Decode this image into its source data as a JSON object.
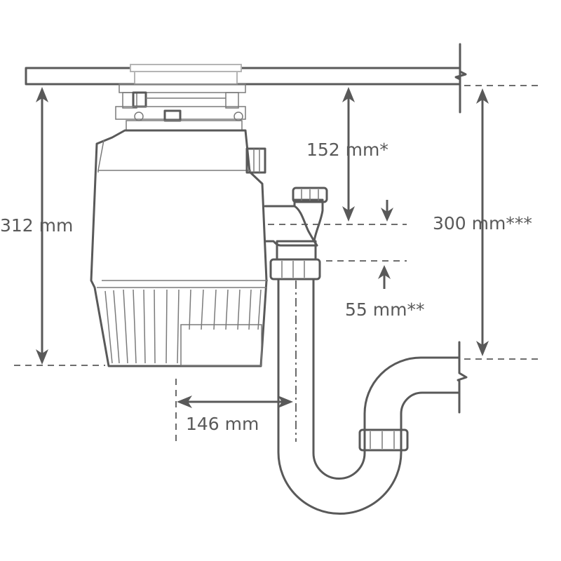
{
  "dimensions": {
    "height_total": "312 mm",
    "inlet_to_outlet": "152 mm*",
    "outlet_to_pipe": "55 mm**",
    "outlet_offset": "146 mm",
    "counter_to_drain": "300 mm***"
  },
  "colors": {
    "line": "#595959",
    "light_line": "#b5b5b5",
    "background": "#ffffff"
  }
}
